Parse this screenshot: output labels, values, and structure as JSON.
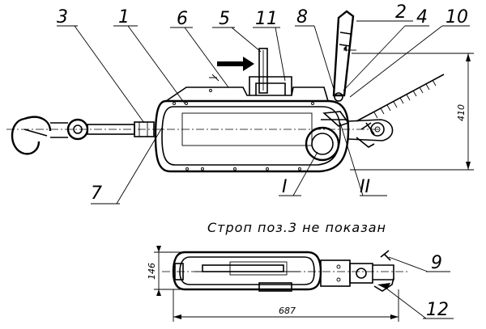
{
  "callouts": {
    "c1": "1",
    "c2": "2",
    "c3": "3",
    "c4": "4",
    "c5": "5",
    "c6": "6",
    "c7": "7",
    "c8": "8",
    "c9": "9",
    "c10": "10",
    "c11": "11",
    "c12": "12",
    "roman1": "I",
    "roman2": "II"
  },
  "dimensions": {
    "height": "410",
    "width_top": "146",
    "length": "687"
  },
  "caption": "Строп поз.3 не показан"
}
